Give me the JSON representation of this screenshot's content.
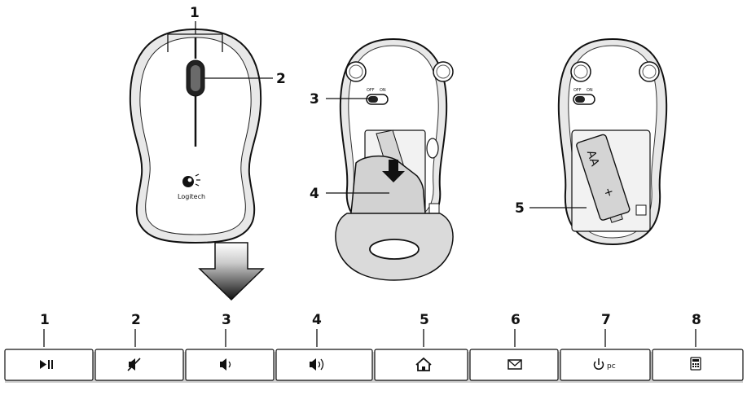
{
  "mouse_top": {
    "callouts": [
      "1",
      "2"
    ],
    "logo_text": "Logitech"
  },
  "mouse_bottom_closed": {
    "callouts": [
      "3",
      "4"
    ],
    "switch_labels": [
      "OFF",
      "ON"
    ]
  },
  "mouse_bottom_open": {
    "callouts": [
      "5"
    ],
    "switch_labels": [
      "OFF",
      "ON"
    ],
    "battery_text": "AA",
    "battery_plus": "+"
  },
  "function_keys": [
    {
      "number": "1",
      "icon": "play-pause-icon"
    },
    {
      "number": "2",
      "icon": "mute-icon"
    },
    {
      "number": "3",
      "icon": "volume-down-icon"
    },
    {
      "number": "4",
      "icon": "volume-up-icon"
    },
    {
      "number": "5",
      "icon": "home-icon"
    },
    {
      "number": "6",
      "icon": "mail-icon"
    },
    {
      "number": "7",
      "icon": "power-pc-icon",
      "label": "pc"
    },
    {
      "number": "8",
      "icon": "calculator-icon"
    }
  ]
}
